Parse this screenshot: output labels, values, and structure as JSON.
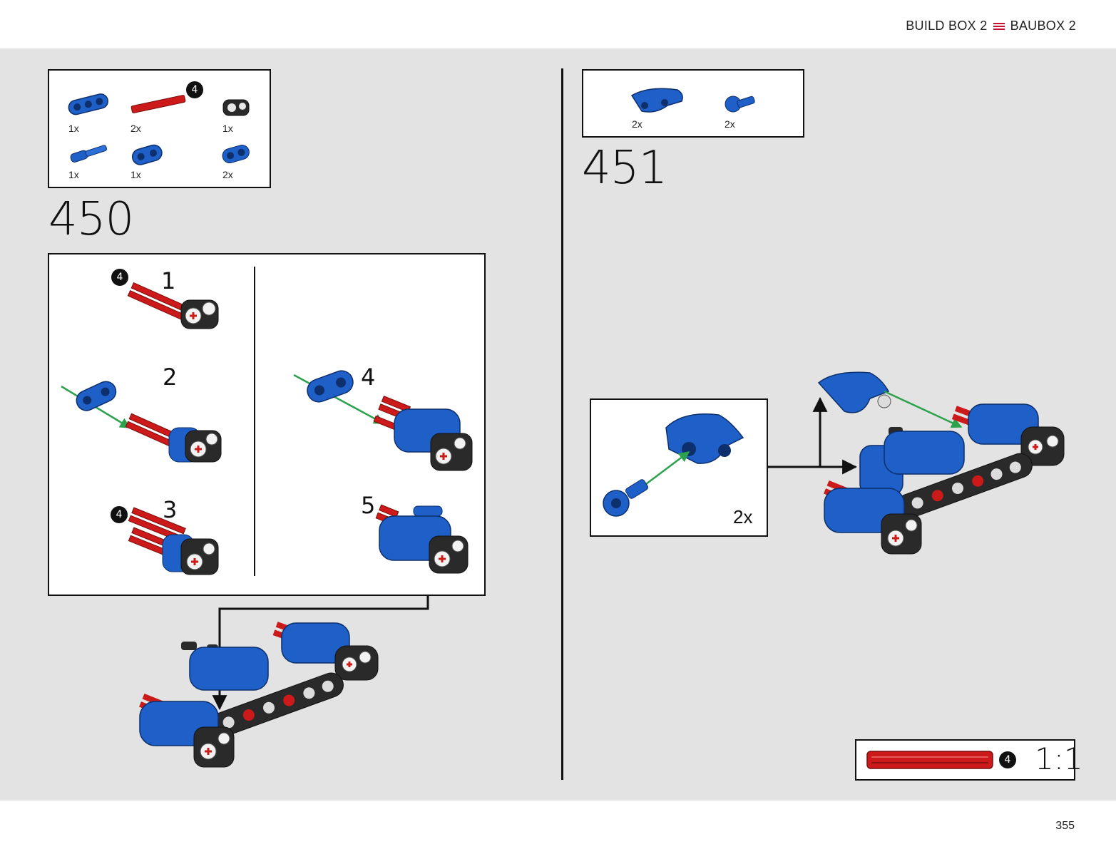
{
  "header": {
    "left": "BUILD BOX 2",
    "right": "BAUBOX 2"
  },
  "page_number": "355",
  "colors": {
    "accent": "#c8102e",
    "part_blue": "#1f5fc8",
    "part_red": "#cc1a1a",
    "part_black": "#2a2a2a",
    "arrow_green": "#2ca24c",
    "background": "#e3e3e3"
  },
  "step450": {
    "number": "450",
    "parts": [
      {
        "icon": "blue-beam-3-icon",
        "qty": "1x"
      },
      {
        "icon": "red-axle-4-icon",
        "qty": "2x",
        "length_badge": "4"
      },
      {
        "icon": "black-connector-icon",
        "qty": "1x"
      },
      {
        "icon": "blue-axle-pin-icon",
        "qty": "1x"
      },
      {
        "icon": "blue-beam-2-icon",
        "qty": "1x"
      },
      {
        "icon": "blue-connector-icon",
        "qty": "2x"
      }
    ],
    "substeps": [
      {
        "number": "1",
        "badge": "4"
      },
      {
        "number": "2"
      },
      {
        "number": "3",
        "badge": "4"
      },
      {
        "number": "4"
      },
      {
        "number": "5"
      }
    ]
  },
  "step451": {
    "number": "451",
    "parts": [
      {
        "icon": "blue-curved-panel-icon",
        "qty": "2x"
      },
      {
        "icon": "blue-pin-icon",
        "qty": "2x"
      }
    ],
    "callout_multiplier": "2x"
  },
  "scale_reference": {
    "badge": "4",
    "label": "1:1"
  }
}
